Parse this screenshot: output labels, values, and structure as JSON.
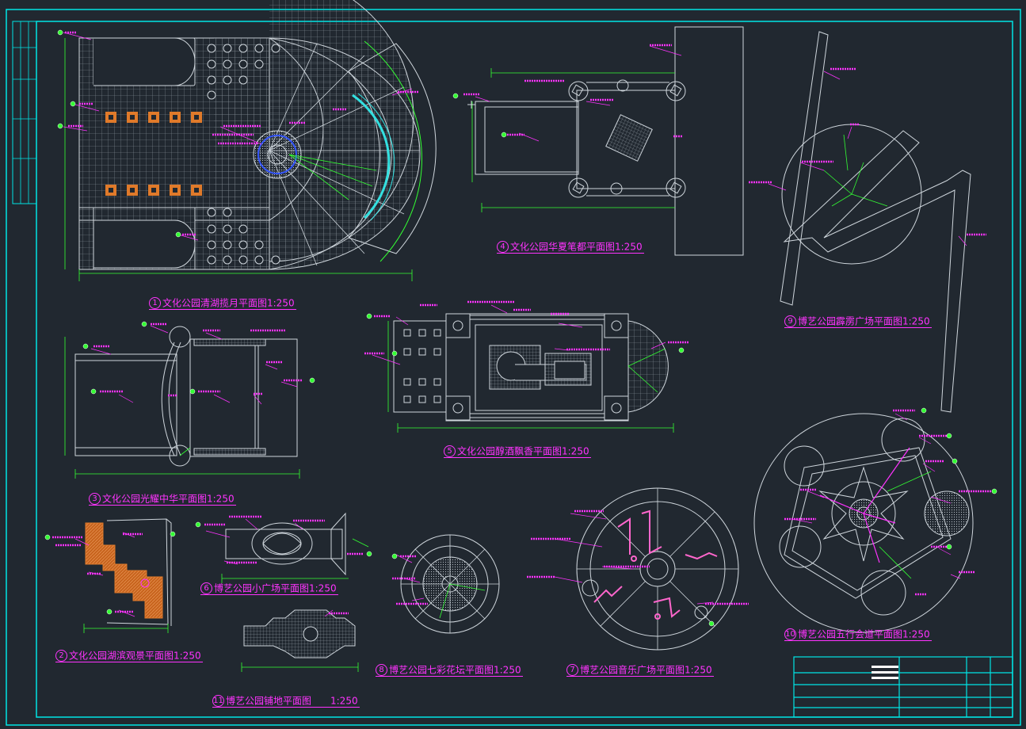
{
  "colors": {
    "background": "#212830",
    "frame": "#00e5e5",
    "linework": "#cfd6dc",
    "dimension": "#33ff33",
    "annotation": "#ff33ff",
    "paving": "#e07a2a"
  },
  "titles": [
    {
      "num": "1",
      "text": "文化公园清湖揽月平面图1:250"
    },
    {
      "num": "2",
      "text": "文化公园湖滨观景平面图1:250"
    },
    {
      "num": "3",
      "text": "文化公园光耀中华平面图1:250"
    },
    {
      "num": "4",
      "text": "文化公园华夏笔都平面图1:250"
    },
    {
      "num": "5",
      "text": "文化公园醇酒飘香平面图1:250"
    },
    {
      "num": "6",
      "text": "博艺公园小广场平面图1:250"
    },
    {
      "num": "7",
      "text": "博艺公园音乐广场平面图1:250"
    },
    {
      "num": "8",
      "text": "博艺公园七彩花坛平面图1:250"
    },
    {
      "num": "9",
      "text": "博艺公园霹雳广场平面图1:250"
    },
    {
      "num": "10",
      "text": "博艺公园五行会道平面图1:250"
    },
    {
      "num": "11",
      "text": "博艺公园铺地平面图　　1:250"
    }
  ]
}
